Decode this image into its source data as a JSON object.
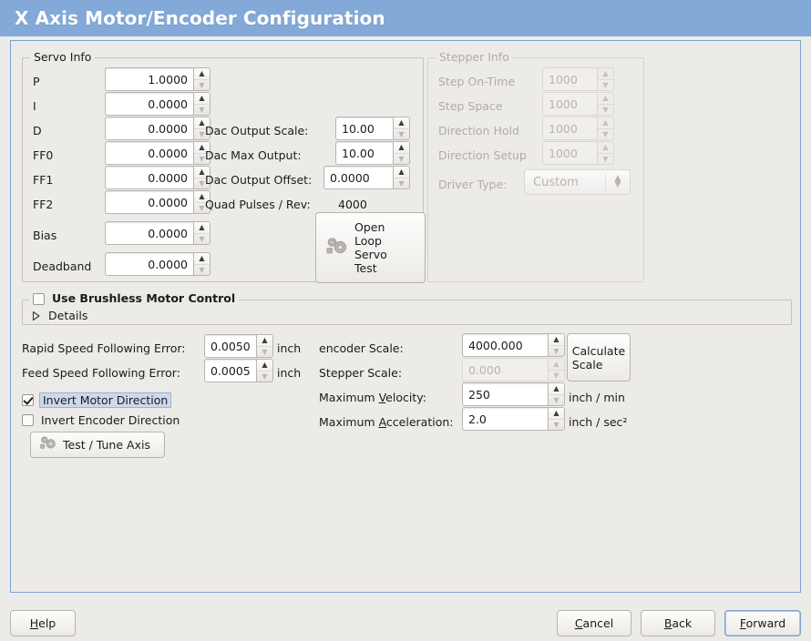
{
  "window": {
    "title": "X Axis Motor/Encoder Configuration",
    "title_bar_color": "#82a9d7",
    "background_color": "#edebe8",
    "panel_border_color": "#7da2cd"
  },
  "servo_info": {
    "frame_label": "Servo Info",
    "fields": [
      {
        "label": "P",
        "value": "1.0000"
      },
      {
        "label": "I",
        "value": "0.0000"
      },
      {
        "label": "D",
        "value": "0.0000"
      },
      {
        "label": "FF0",
        "value": "0.0000"
      },
      {
        "label": "FF1",
        "value": "0.0000"
      },
      {
        "label": "FF2",
        "value": "0.0000"
      },
      {
        "label": "Bias",
        "value": "0.0000"
      },
      {
        "label": "Deadband",
        "value": "0.0000"
      }
    ],
    "dac": [
      {
        "label": "Dac Output Scale:",
        "value": "10.00"
      },
      {
        "label": "Dac Max Output:",
        "value": "10.00"
      },
      {
        "label": "Dac Output Offset:",
        "value": "0.0000"
      }
    ],
    "quad_pulses_label": "Quad Pulses / Rev:",
    "quad_pulses_value": "4000",
    "open_loop_button": {
      "line1": "Open",
      "line2": "Loop",
      "line3": "Servo",
      "line4": "Test",
      "icon": "gears-icon"
    }
  },
  "stepper_info": {
    "frame_label": "Stepper Info",
    "enabled": false,
    "fields": [
      {
        "label": "Step On-Time",
        "value": "1000"
      },
      {
        "label": "Step Space",
        "value": "1000"
      },
      {
        "label": "Direction Hold",
        "value": "1000"
      },
      {
        "label": "Direction Setup",
        "value": "1000"
      }
    ],
    "driver_type_label": "Driver Type:",
    "driver_type_value": "Custom"
  },
  "brushless": {
    "checkbox_label": "Use Brushless Motor Control",
    "checked": false,
    "details_label": "Details",
    "details_expanded": false
  },
  "tuning": {
    "rapid_following_error": {
      "label": "Rapid Speed Following Error:",
      "value": "0.0050",
      "unit": "inch"
    },
    "feed_following_error": {
      "label": "Feed Speed Following Error:",
      "value": "0.0005",
      "unit": "inch"
    },
    "invert_motor": {
      "label": "Invert Motor Direction",
      "checked": true,
      "focused": true
    },
    "invert_encoder": {
      "label": "Invert Encoder Direction",
      "checked": false,
      "focused": false
    },
    "test_tune_button": {
      "label": "Test / Tune Axis",
      "icon": "gears-icon"
    }
  },
  "scales": {
    "encoder_scale": {
      "label": "encoder Scale:",
      "value": "4000.000",
      "enabled": true,
      "unit": ""
    },
    "stepper_scale": {
      "label": "Stepper Scale:",
      "value": "0.000",
      "enabled": false,
      "unit": ""
    },
    "max_velocity": {
      "label_pre": "Maximum ",
      "label_key": "V",
      "label_post": "elocity:",
      "value": "250",
      "unit": "inch / min"
    },
    "max_acceleration": {
      "label_pre": "Maximum ",
      "label_key": "A",
      "label_post": "cceleration:",
      "value": "2.0",
      "unit": "inch / sec²"
    },
    "calculate_button": {
      "line1": "Calculate",
      "line2": "Scale"
    }
  },
  "actions": {
    "help": {
      "pre": "",
      "key": "H",
      "post": "elp"
    },
    "cancel": {
      "pre": "",
      "key": "C",
      "post": "ancel"
    },
    "back": {
      "pre": "",
      "key": "B",
      "post": "ack"
    },
    "forward": {
      "pre": "",
      "key": "F",
      "post": "orward",
      "focused": true
    }
  }
}
